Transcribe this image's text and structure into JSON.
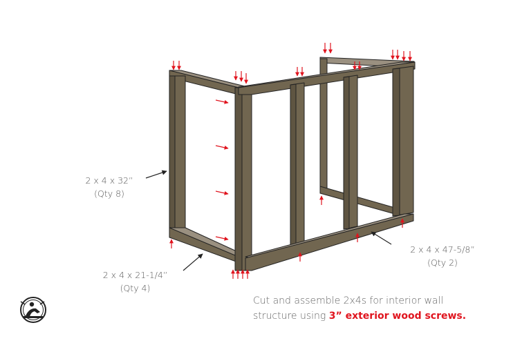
{
  "labels": {
    "vertical": {
      "dim": "2 x 4 x 32”",
      "qty": "(Qty 8)"
    },
    "short": {
      "dim": "2 x 4 x 21-1/4”",
      "qty": "(Qty 4)"
    },
    "long": {
      "dim": "2 x 4 x 47-5/8”",
      "qty": "(Qty 2)"
    }
  },
  "caption": {
    "line1": "Cut and assemble 2x4s for interior wall",
    "line2_prefix": "structure using ",
    "line2_highlight": "3” exterior wood screws."
  },
  "colors": {
    "wood_front": "#716650",
    "wood_side": "#5f5542",
    "wood_top": "#9a9080",
    "edge": "#222222",
    "screw_arrow": "#e0141e",
    "label_text": "#555555",
    "highlight": "#e0141e"
  },
  "logo": {
    "icon": "woodworker-logo-icon"
  }
}
